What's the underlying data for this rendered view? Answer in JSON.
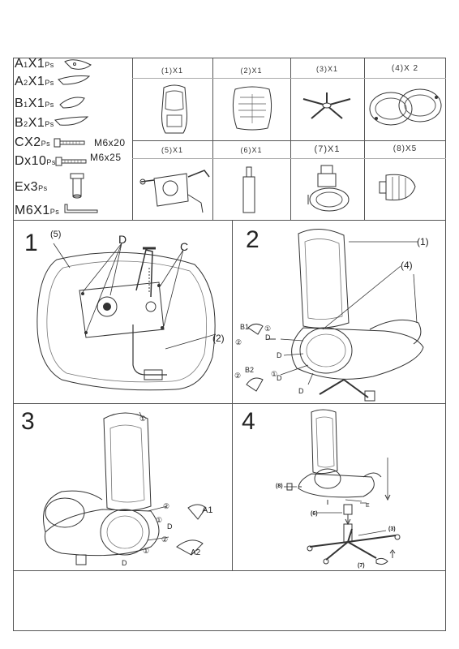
{
  "parts": [
    {
      "letter": "A",
      "sub": "1",
      "qty": "X1",
      "unit": "Ps"
    },
    {
      "letter": "A",
      "sub": "2",
      "qty": "X1",
      "unit": "Ps"
    },
    {
      "letter": "B",
      "sub": "1",
      "qty": "X1",
      "unit": "Ps"
    },
    {
      "letter": "B",
      "sub": "2",
      "qty": "X1",
      "unit": "Ps"
    },
    {
      "letter": "C",
      "sub": "",
      "qty": "X2",
      "unit": "Ps",
      "size": "M6x20"
    },
    {
      "letter": "D",
      "sub": "",
      "qty": "x10",
      "unit": "Ps",
      "size": "M6x25"
    },
    {
      "letter": "E",
      "sub": "",
      "qty": "x3",
      "unit": "Ps"
    },
    {
      "letter": "M",
      "sub": "",
      "qty": "6X1",
      "unit": "Ps"
    }
  ],
  "components": [
    {
      "label": "(1)X1"
    },
    {
      "label": "(2)X1"
    },
    {
      "label": "(3)X1"
    },
    {
      "label": "(4)X 2"
    },
    {
      "label": "(5)X1"
    },
    {
      "label": "(6)X1"
    },
    {
      "label": "(7)X1"
    },
    {
      "label": "(8)X5"
    }
  ],
  "steps": [
    {
      "number": "1",
      "callouts": {
        "c5": "(5)",
        "d": "D",
        "c": "C",
        "c2": "(2)"
      }
    },
    {
      "number": "2",
      "callouts": {
        "c1": "(1)",
        "c4": "(4)",
        "b1": "B1",
        "b2": "B2",
        "n1a": "①",
        "n2a": "②",
        "n1b": "①",
        "n2b": "②",
        "d1": "D",
        "d2": "D",
        "d3": "D",
        "d4": "D"
      }
    },
    {
      "number": "3",
      "callouts": {
        "a1": "A1",
        "a2": "A2",
        "n1a": "①",
        "n2a": "②",
        "n1b": "①",
        "n2b": "②",
        "n1c": "①",
        "d1": "D",
        "d2": "D"
      }
    },
    {
      "number": "4",
      "callouts": {
        "c8": "(8)",
        "e": "E",
        "c6": "(6)",
        "c3": "(3)",
        "c7": "(7)"
      }
    }
  ]
}
